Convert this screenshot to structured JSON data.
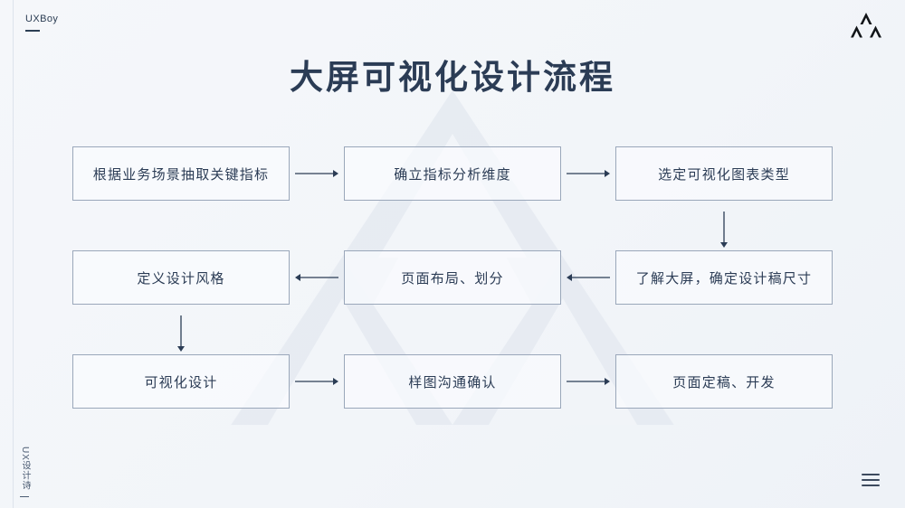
{
  "page": {
    "background_color": "#f4f6f9",
    "accent_color": "#2b3c55",
    "border_color": "#9aa7ba"
  },
  "brand": {
    "name": "UXBoy"
  },
  "logo": {
    "icon": "triangle-logo-icon"
  },
  "title": {
    "text": "大屏可视化设计流程"
  },
  "flow": {
    "rows": [
      {
        "nodes": [
          {
            "label": "根据业务场景抽取关键指标"
          },
          {
            "label": "确立指标分析维度"
          },
          {
            "label": "选定可视化图表类型"
          }
        ],
        "connectors": [
          "arrow-right",
          "arrow-right"
        ]
      },
      {
        "nodes": [
          {
            "label": "定义设计风格"
          },
          {
            "label": "页面布局、划分"
          },
          {
            "label": "了解大屏，确定设计稿尺寸"
          }
        ],
        "connectors": [
          "arrow-left",
          "arrow-left"
        ]
      },
      {
        "nodes": [
          {
            "label": "可视化设计"
          },
          {
            "label": "样图沟通确认"
          },
          {
            "label": "页面定稿、开发"
          }
        ],
        "connectors": [
          "arrow-right",
          "arrow-right"
        ]
      }
    ],
    "vertical_connectors": [
      {
        "name": "arrow-down-right-column"
      },
      {
        "name": "arrow-down-left-column"
      }
    ]
  },
  "footer": {
    "left_label": "UX设计诗",
    "menu_icon": "hamburger-menu-icon"
  }
}
